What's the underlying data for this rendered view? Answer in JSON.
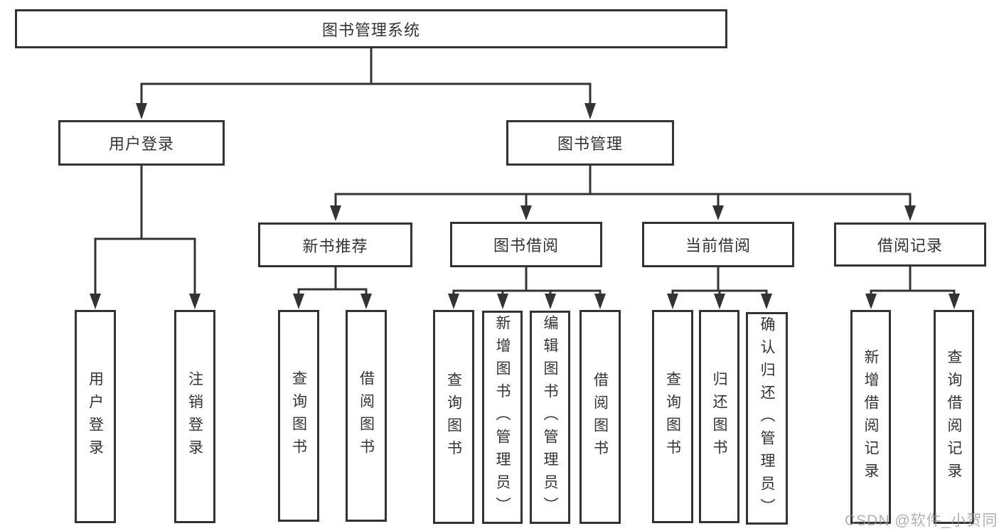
{
  "diagram_title": "图书管理系统",
  "tree": {
    "root": {
      "label": "图书管理系统"
    },
    "branches": [
      {
        "label": "用户登录",
        "leaves": [
          {
            "label": "用户登录"
          },
          {
            "label": "注销登录"
          }
        ]
      },
      {
        "label": "图书管理",
        "children": [
          {
            "label": "新书推荐",
            "leaves": [
              {
                "label": "查询图书"
              },
              {
                "label": "借阅图书"
              }
            ]
          },
          {
            "label": "图书借阅",
            "leaves": [
              {
                "label": "查询图书"
              },
              {
                "label": "新增图书（管理员）"
              },
              {
                "label": "编辑图书（管理员）"
              },
              {
                "label": "借阅图书"
              }
            ]
          },
          {
            "label": "当前借阅",
            "leaves": [
              {
                "label": "查询图书"
              },
              {
                "label": "归还图书"
              },
              {
                "label": "确认归还（管理员）"
              }
            ]
          },
          {
            "label": "借阅记录",
            "leaves": [
              {
                "label": "新增借阅记录"
              },
              {
                "label": "查询借阅记录"
              }
            ]
          }
        ]
      }
    ]
  },
  "watermark": {
    "text": "CSDN @软件_小贺同学"
  },
  "colors": {
    "line": "#333333",
    "text": "#333333",
    "background": "#ffffff",
    "watermark": "#969696"
  }
}
